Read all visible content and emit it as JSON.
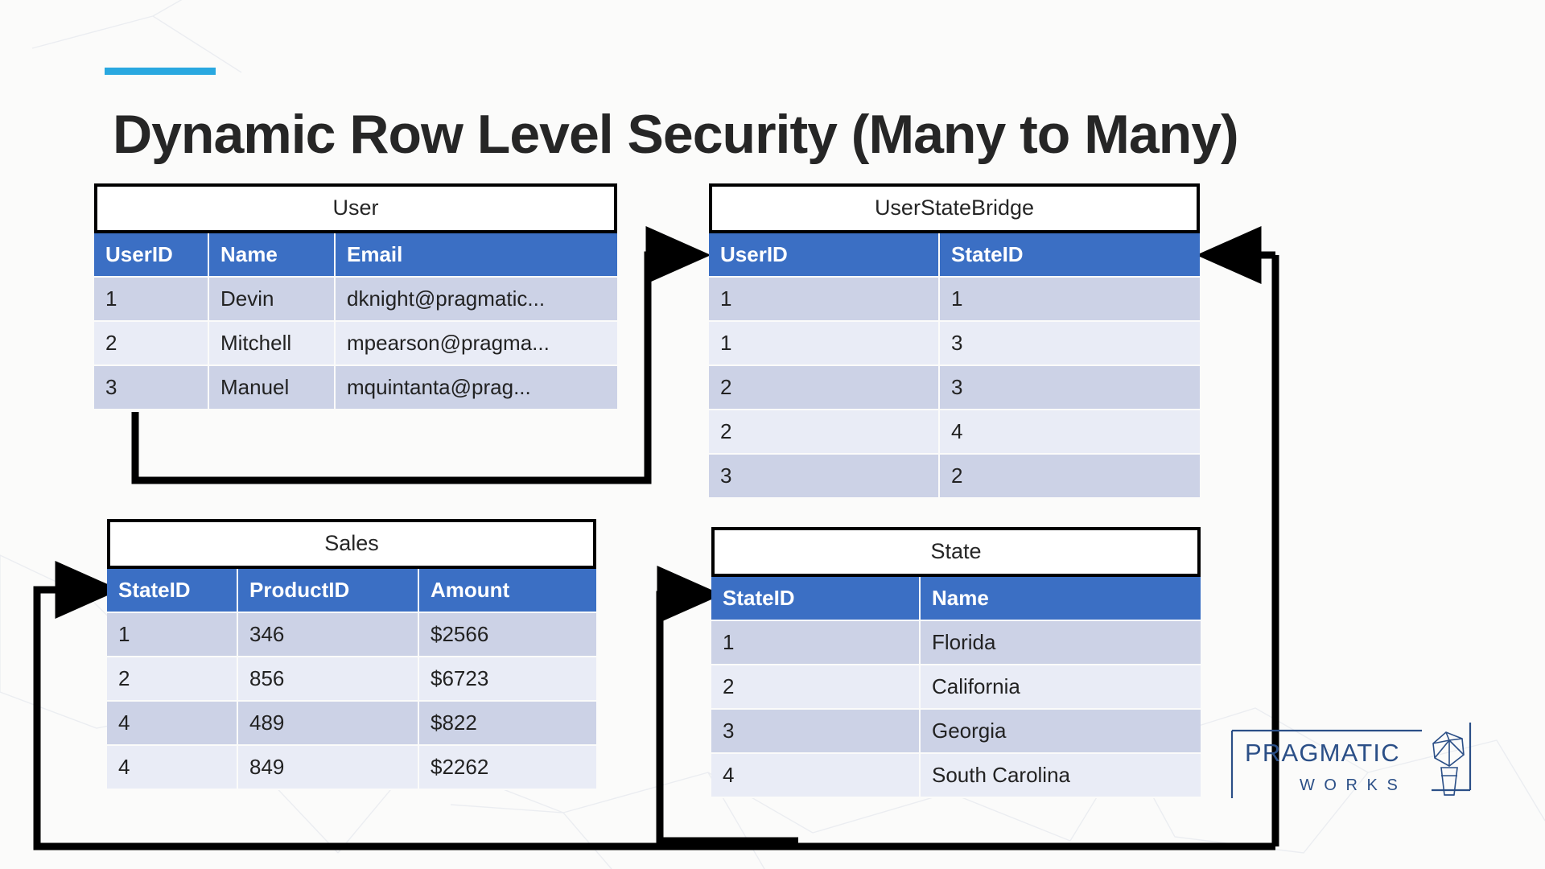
{
  "slide": {
    "title": "Dynamic Row Level Security (Many to Many)",
    "accent_color": "#29a8e0",
    "header_color": "#3b6fc4",
    "row_dark_color": "#ccd2e6",
    "row_light_color": "#e9ecf6",
    "background_color": "#fbfbfa",
    "connector_color": "#000000"
  },
  "tables": {
    "user": {
      "name": "User",
      "columns": [
        "UserID",
        "Name",
        "Email"
      ],
      "rows": [
        [
          "1",
          "Devin",
          "dknight@pragmatic..."
        ],
        [
          "2",
          "Mitchell",
          "mpearson@pragma..."
        ],
        [
          "3",
          "Manuel",
          "mquintanta@prag..."
        ]
      ]
    },
    "user_state_bridge": {
      "name": "UserStateBridge",
      "columns": [
        "UserID",
        "StateID"
      ],
      "rows": [
        [
          "1",
          "1"
        ],
        [
          "1",
          "3"
        ],
        [
          "2",
          "3"
        ],
        [
          "2",
          "4"
        ],
        [
          "3",
          "2"
        ]
      ]
    },
    "sales": {
      "name": "Sales",
      "columns": [
        "StateID",
        "ProductID",
        "Amount"
      ],
      "rows": [
        [
          "1",
          "346",
          "$2566"
        ],
        [
          "2",
          "856",
          "$6723"
        ],
        [
          "4",
          "489",
          "$822"
        ],
        [
          "4",
          "849",
          "$2262"
        ]
      ]
    },
    "state": {
      "name": "State",
      "columns": [
        "StateID",
        "Name"
      ],
      "rows": [
        [
          "1",
          "Florida"
        ],
        [
          "2",
          "California"
        ],
        [
          "3",
          "Georgia"
        ],
        [
          "4",
          "South Carolina"
        ]
      ]
    }
  },
  "logo": {
    "primary_text": "PRAGMATIC",
    "secondary_text": "W O R K S",
    "color": "#2b4f87"
  }
}
